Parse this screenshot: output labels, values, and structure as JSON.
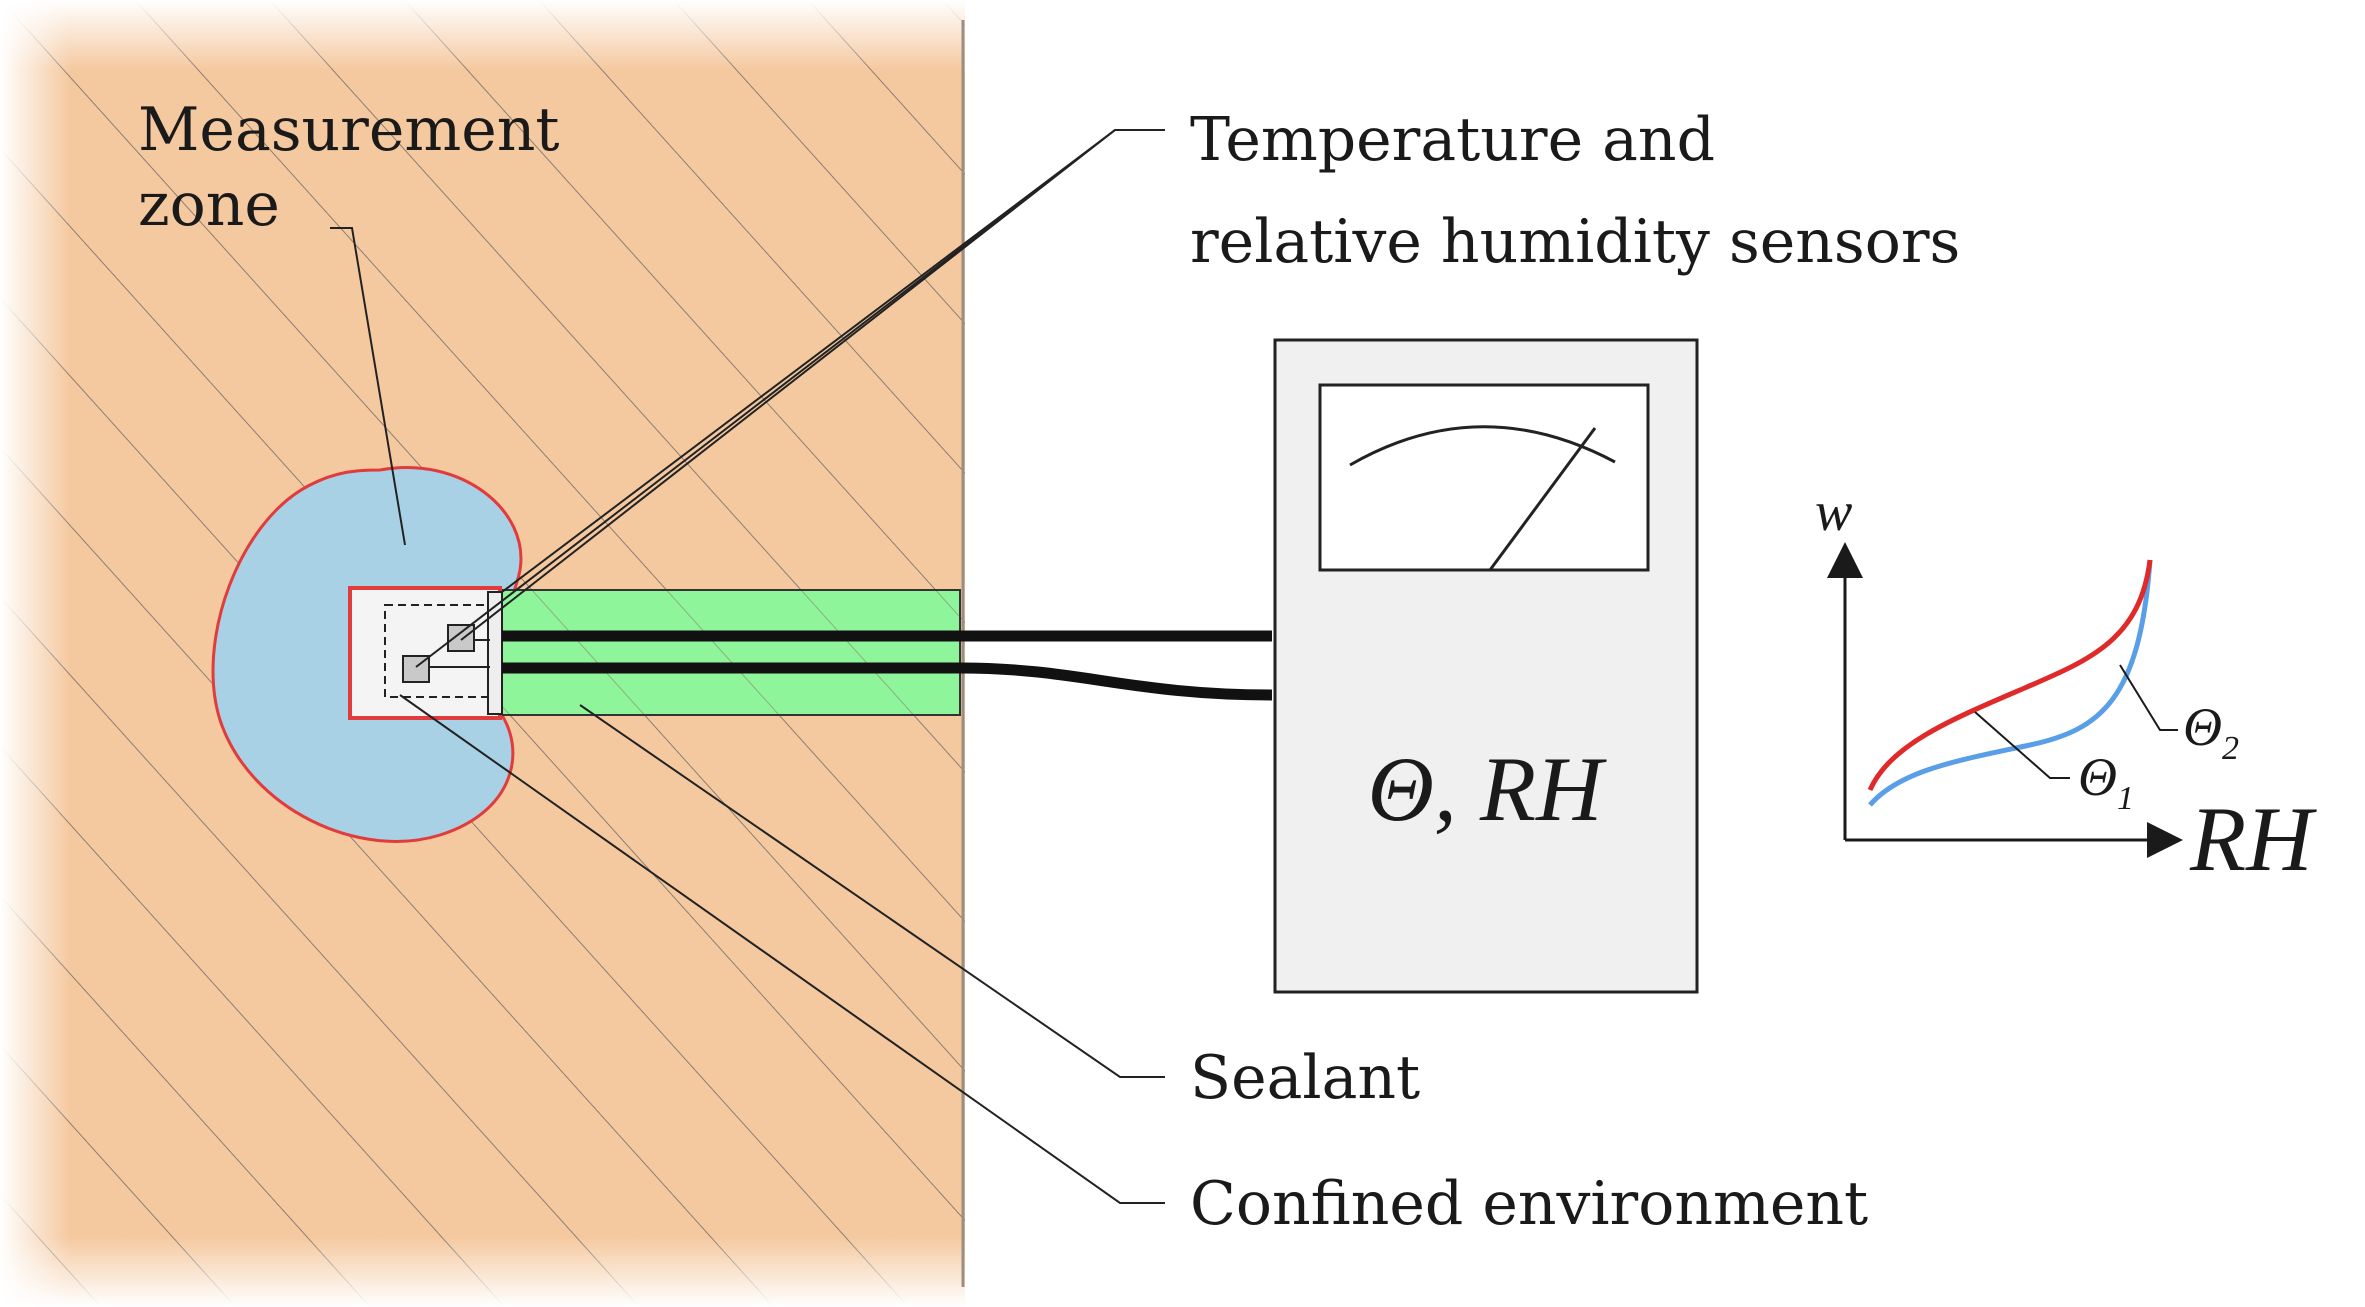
{
  "labels": {
    "measurement_zone_line1": "Measurement",
    "measurement_zone_line2": "zone",
    "sensors_line1": "Temperature and",
    "sensors_line2": "relative humidity sensors",
    "sealant": "Sealant",
    "confined_environment": "Confined environment"
  },
  "meter": {
    "readout_theta": "Θ",
    "readout_rest": ", RH"
  },
  "graph": {
    "y_axis_label": "w",
    "x_axis_label": "RH",
    "curve_1_symbol": "Θ",
    "curve_1_subscript": "1",
    "curve_2_symbol": "Θ",
    "curve_2_subscript": "2"
  },
  "colors": {
    "wall": "#f5c9a0",
    "measurement_zone": "#a9d1e6",
    "measurement_zone_outline": "#e23b3b",
    "sealant": "#8ff59a",
    "meter_body": "#eff0ef",
    "curve_1": "#5a9ee8",
    "curve_2": "#e02a2a"
  }
}
